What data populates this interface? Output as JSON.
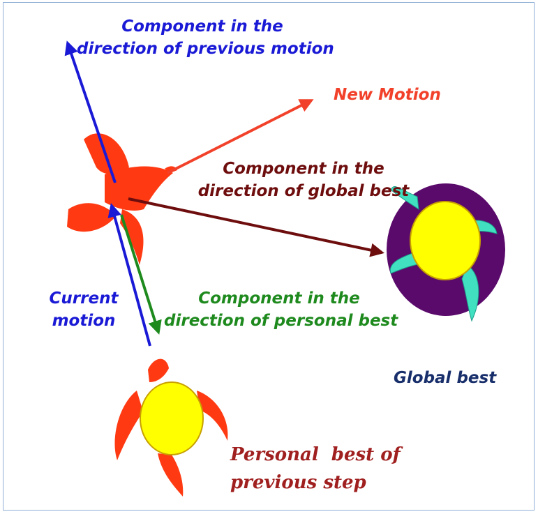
{
  "labels": {
    "previous_motion": [
      "Component in the",
      "direction of previous motion"
    ],
    "new_motion": "New Motion",
    "global_component": [
      "Component in the",
      "direction of global best"
    ],
    "current_motion": [
      "Current",
      "motion"
    ],
    "personal_component": [
      "Component in the",
      "direction of personal best"
    ],
    "global_best": "Global best",
    "personal_best": [
      "Personal  best of",
      "previous step"
    ]
  },
  "colors": {
    "previous_motion": "#1a1ad6",
    "new_motion": "#f2412a",
    "global_component": "#6e0d0d",
    "personal_component": "#1e8a1e",
    "global_best": "#182f6b",
    "personal_best": "#a01f1f",
    "bird": "#ff3a12",
    "sun": "#ffff00",
    "ring": "#5a0a6b",
    "teal_bird": "#40e0c0"
  }
}
